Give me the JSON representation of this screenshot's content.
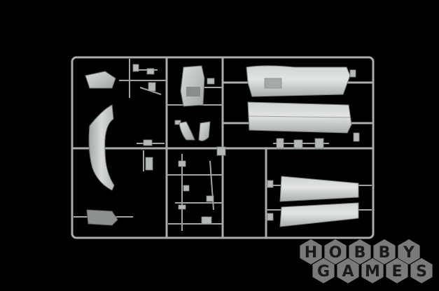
{
  "photo": {
    "subject": "plastic-model-sprue",
    "background_color": "#000000",
    "plastic_color": "#b9bcbc"
  },
  "watermark": {
    "line1": "HOBBY",
    "line2": "GAMES",
    "hex_color": "#7a7a7a",
    "text_color": "#1a1a1a"
  }
}
